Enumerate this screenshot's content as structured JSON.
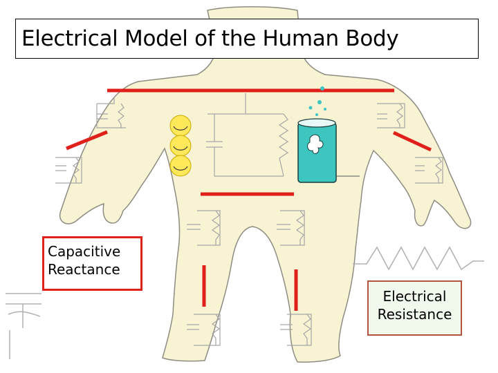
{
  "title": "Electrical Model of the Human Body",
  "labels": {
    "capacitive": [
      "Capacitive",
      "Reactance"
    ],
    "resistance": [
      "Electrical",
      "Resistance"
    ]
  },
  "colors": {
    "body_fill": "#f7f3d3",
    "body_outline": "#8e8c82",
    "red_bar": "#e0201b",
    "circuit_line": "#9a9a9a",
    "smiley": "#ffe85a",
    "water": "#3dc6c0"
  },
  "icons": [
    "human-body-outline",
    "smiley-face-icon",
    "water-glass-icon",
    "zigzag-resistor-icon",
    "capacitor-symbol-icon"
  ]
}
